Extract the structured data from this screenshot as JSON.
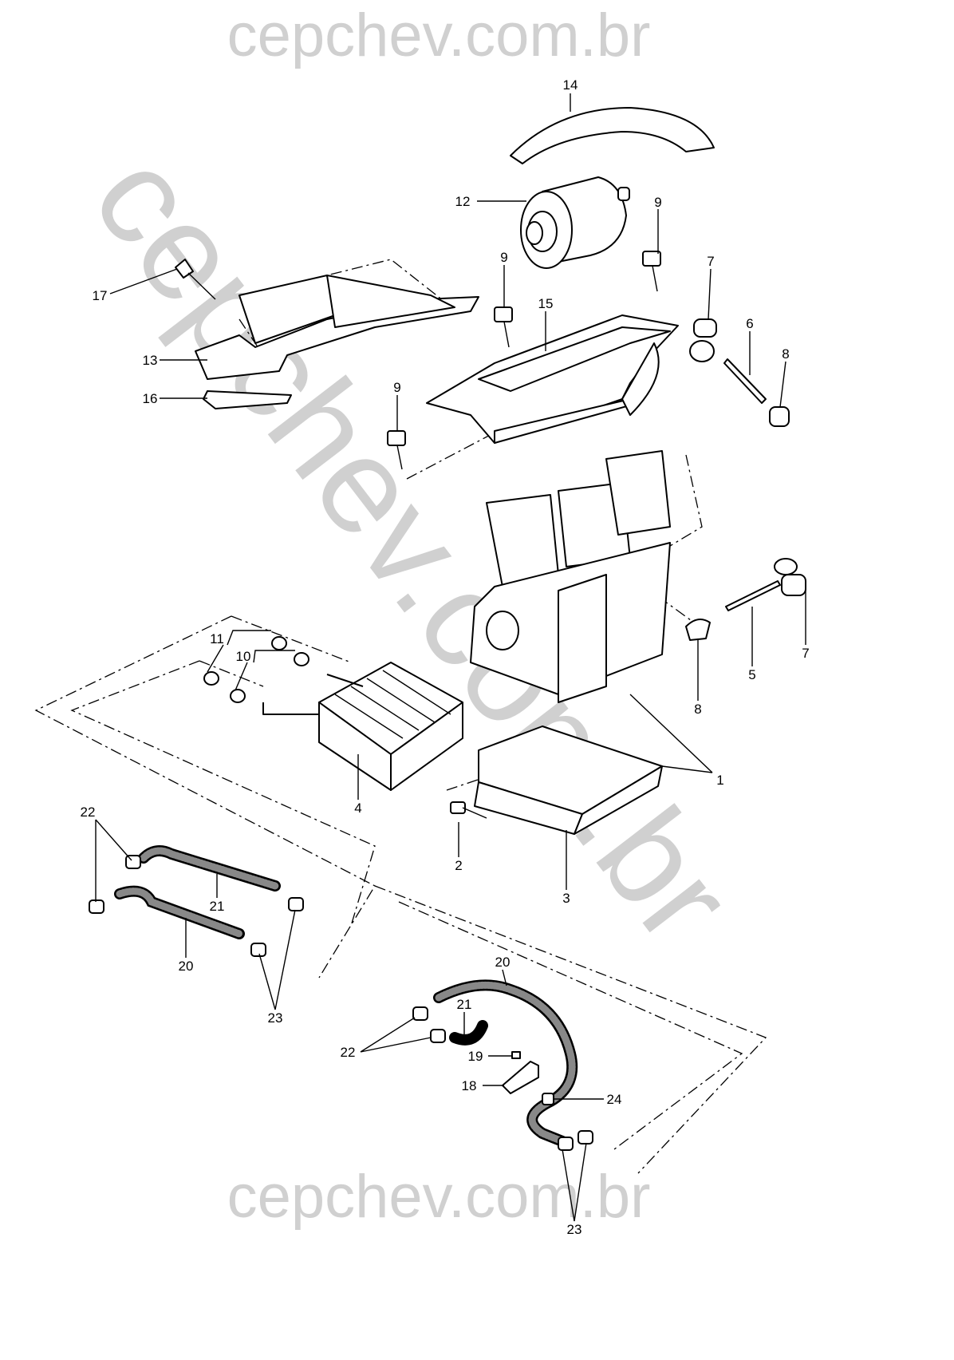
{
  "watermark": {
    "top": "cepchev.com.br",
    "diagonal": "cepchev.com.br",
    "bottom": "cepchev.com.br"
  },
  "callouts": [
    "14",
    "12",
    "9",
    "9",
    "7",
    "17",
    "15",
    "6",
    "8",
    "13",
    "16",
    "9",
    "11",
    "10",
    "7",
    "5",
    "8",
    "1",
    "4",
    "22",
    "2",
    "21",
    "3",
    "20",
    "23",
    "20",
    "21",
    "22",
    "19",
    "18",
    "24",
    "23"
  ]
}
